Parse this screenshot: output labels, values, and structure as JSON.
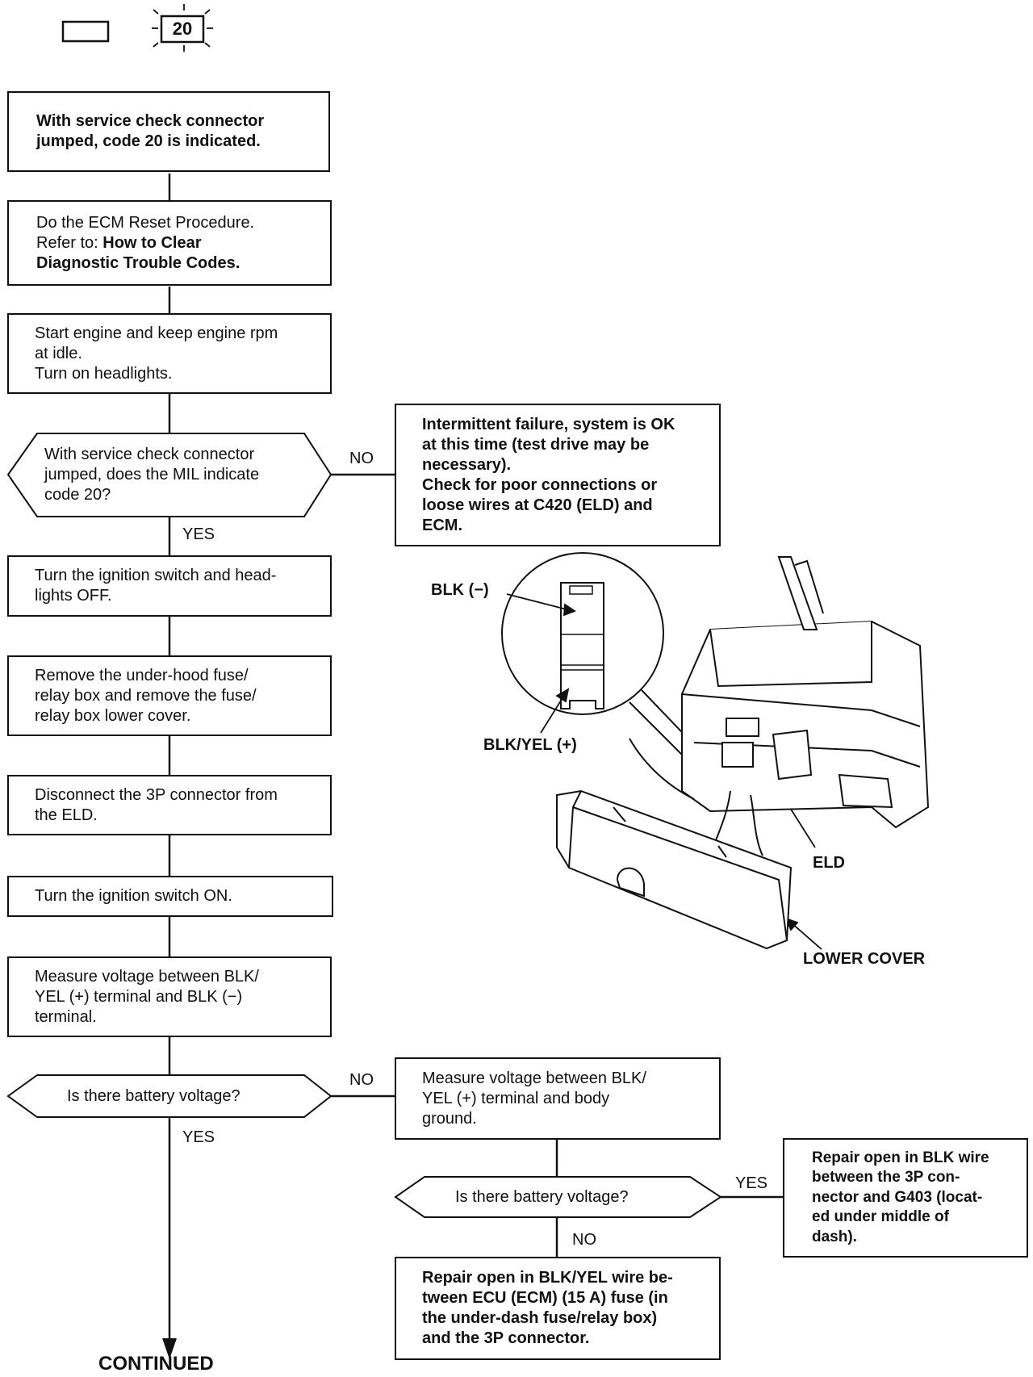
{
  "header": {
    "code_badge": "20"
  },
  "steps": {
    "s1": [
      "With service check connector",
      "jumped, code 20 is indicated."
    ],
    "s2": {
      "line1": "Do the ECM Reset Procedure.",
      "line2_prefix": "Refer to: ",
      "line2_bold": "How to Clear",
      "line3": "Diagnostic Trouble Codes."
    },
    "s3": [
      "Start engine and keep engine rpm",
      "at idle.",
      "Turn on headlights."
    ],
    "d1": [
      "With service check connector",
      "jumped, does the MIL indicate",
      "code 20?"
    ],
    "intermittent": [
      "Intermittent failure, system is OK",
      "at this time (test drive may be",
      "necessary).",
      "Check for poor connections or",
      "loose wires at C420 (ELD) and",
      "ECM."
    ],
    "s4": [
      "Turn the ignition switch and head-",
      "lights OFF."
    ],
    "s5": [
      "Remove the under-hood fuse/",
      "relay box and remove the fuse/",
      "relay box lower cover."
    ],
    "s6": [
      "Disconnect the 3P connector from",
      "the ELD."
    ],
    "s7": "Turn the ignition switch ON.",
    "s8": [
      "Measure voltage between BLK/",
      "YEL (+) terminal and BLK (−)",
      "terminal."
    ],
    "d2": "Is there battery voltage?",
    "s9": [
      "Measure voltage between BLK/",
      "YEL (+) terminal and body",
      "ground."
    ],
    "d3": "Is there battery voltage?",
    "repair_blk": [
      "Repair open in BLK wire",
      "between the 3P con-",
      "nector and G403 (locat-",
      "ed under middle of",
      "dash)."
    ],
    "repair_blkyel": [
      "Repair open in BLK/YEL wire be-",
      "tween ECU (ECM) (15 A) fuse (in",
      "the under-dash fuse/relay box)",
      "and the 3P connector."
    ]
  },
  "labels": {
    "no": "NO",
    "yes": "YES"
  },
  "illustration": {
    "blk_minus": "BLK (−)",
    "blk_yel_plus": "BLK/YEL (+)",
    "eld": "ELD",
    "lower_cover": "LOWER COVER"
  },
  "footer": {
    "continued": "CONTINUED"
  }
}
